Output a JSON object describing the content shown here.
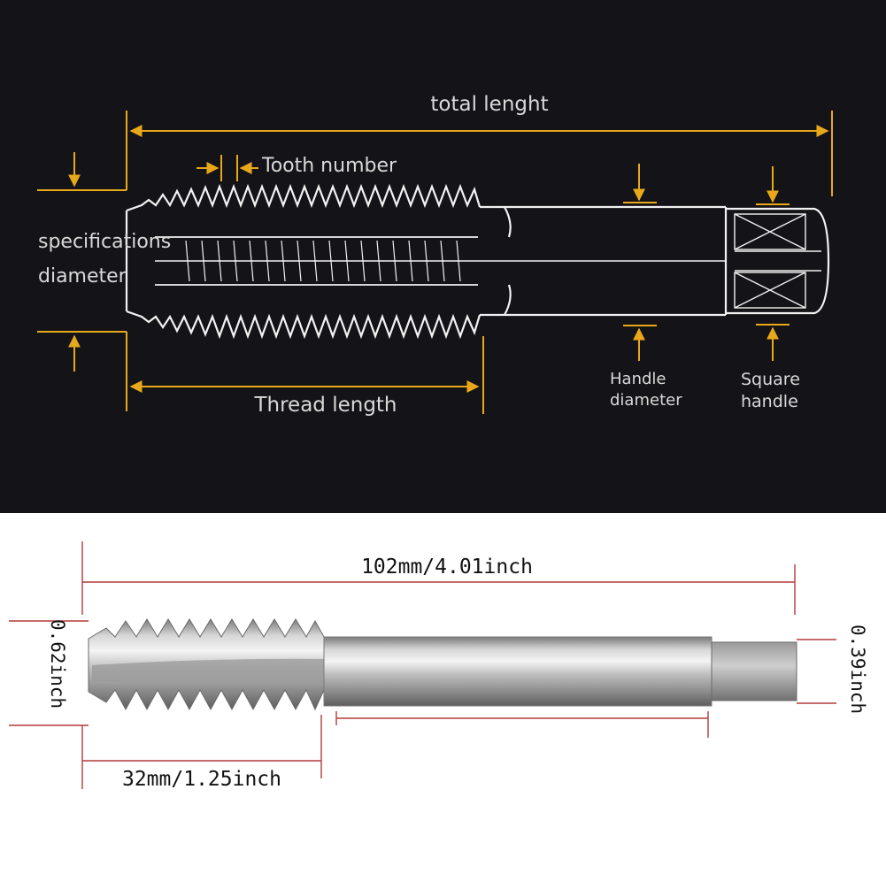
{
  "top": {
    "total_length": "total lenght",
    "tooth_number": "Tooth number",
    "spec_diameter_line1": "specifications",
    "spec_diameter_line2": "diameter",
    "thread_length": "Thread length",
    "handle_diameter_line1": "Handle",
    "handle_diameter_line2": "diameter",
    "square_handle_line1": "Square",
    "square_handle_line2": "handle"
  },
  "bottom": {
    "total_length": "102mm/4.01inch",
    "thread_length": "32mm/1.25inch",
    "thread_diameter": "0.62inch",
    "square_width": "0.39inch"
  },
  "colors": {
    "dark_background": "#141418",
    "dimension_gold": "#e8a81a",
    "dimension_red": "#b33a3a",
    "drawing_line": "#f2f2f2"
  }
}
